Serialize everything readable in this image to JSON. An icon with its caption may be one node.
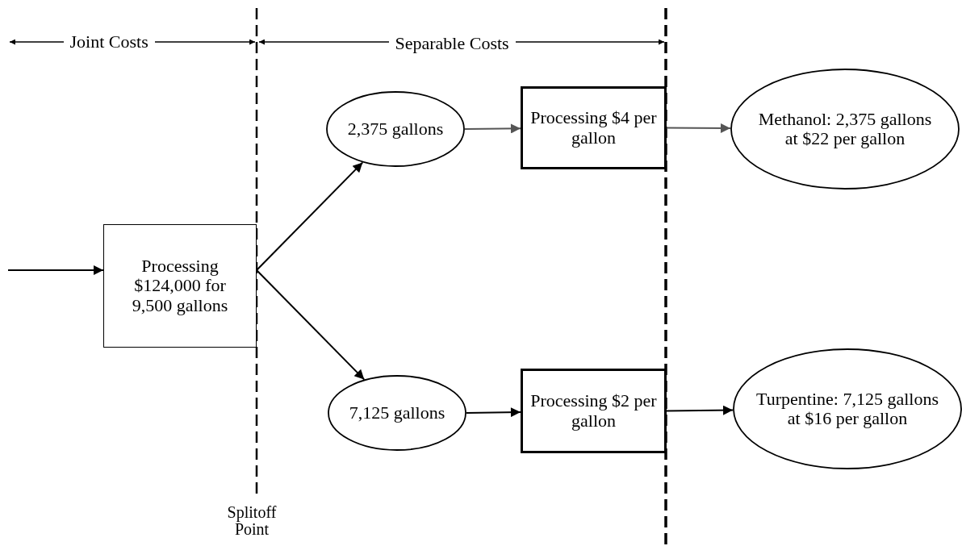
{
  "diagram": {
    "nodes": [
      {
        "text": [
          "Processing $124,000 for 9,500 gallons"
        ]
      },
      {
        "text": [
          "2,375 gallons"
        ]
      },
      {
        "text": [
          "7,125 gallons"
        ]
      },
      {
        "text": [
          "Processing $4 per gallon"
        ]
      },
      {
        "text": [
          "Processing $2 per gallon"
        ]
      },
      {
        "text": [
          "Methanol: 2,375 gallons at $22 per gallon"
        ]
      },
      {
        "text": [
          "Turpentine: 7,125 gallons at $16 per gallon"
        ]
      }
    ],
    "edges": [
      {
        "from": null,
        "to": 0,
        "arrow": "to"
      },
      {
        "from": 0,
        "to": 1,
        "arrow": "to"
      },
      {
        "from": 0,
        "to": 2,
        "arrow": "to"
      },
      {
        "from": 1,
        "to": 3,
        "arrow": "to",
        "color": "#555555"
      },
      {
        "from": 2,
        "to": 4,
        "arrow": "to"
      },
      {
        "from": 3,
        "to": 5,
        "arrow": "to",
        "color": "#555555"
      },
      {
        "from": 4,
        "to": 6,
        "arrow": "to"
      }
    ],
    "labels": [
      "Joint Costs",
      "Separable Costs",
      "Splitoff Point"
    ]
  }
}
